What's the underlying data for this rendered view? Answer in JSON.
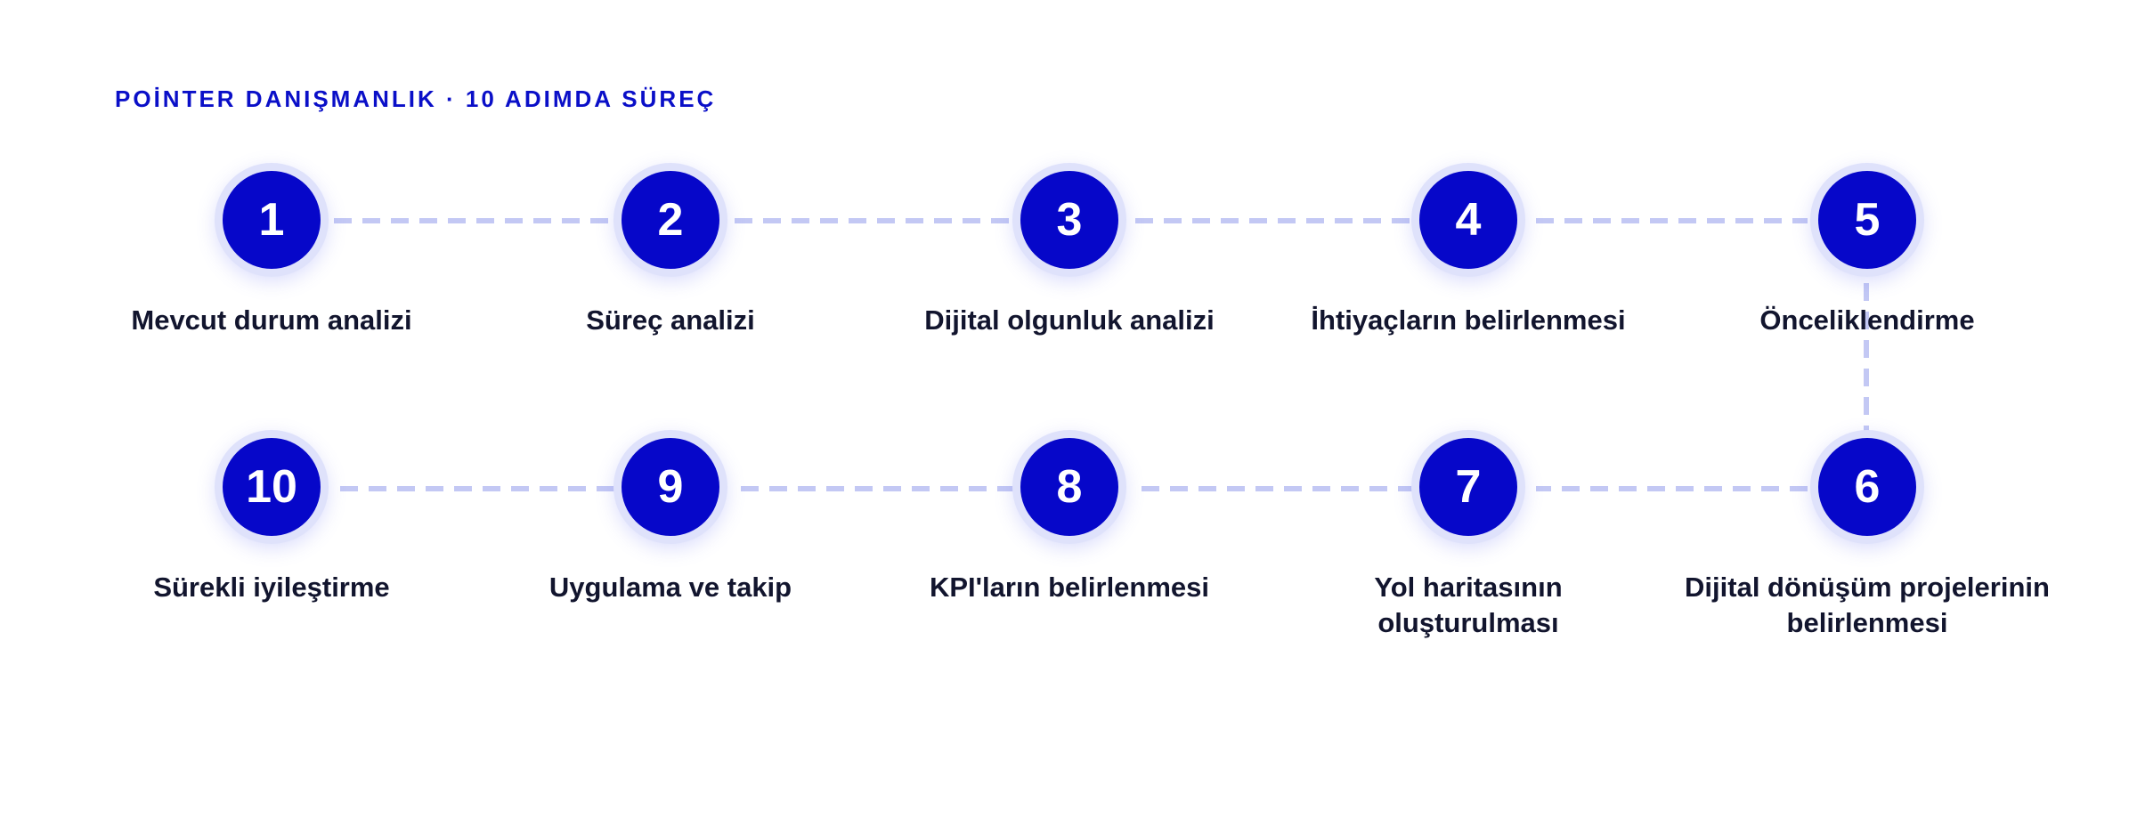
{
  "heading": "POİNTER DANIŞMANLIK · 10 ADIMDA SÜREÇ",
  "colors": {
    "accent": "#0607c9",
    "connector": "#c3c8f4",
    "text": "#12152e"
  },
  "steps": [
    {
      "number": "1",
      "label": "Mevcut durum analizi"
    },
    {
      "number": "2",
      "label": "Süreç analizi"
    },
    {
      "number": "3",
      "label": "Dijital olgunluk analizi"
    },
    {
      "number": "4",
      "label": "İhtiyaçların belirlenmesi"
    },
    {
      "number": "5",
      "label": "Önceliklendirme"
    },
    {
      "number": "6",
      "label": "Dijital dönüşüm projelerinin belirlenmesi"
    },
    {
      "number": "7",
      "label": "Yol haritasının oluşturulması"
    },
    {
      "number": "8",
      "label": "KPI'ların belirlenmesi"
    },
    {
      "number": "9",
      "label": "Uygulama ve takip"
    },
    {
      "number": "10",
      "label": "Sürekli iyileştirme"
    }
  ]
}
